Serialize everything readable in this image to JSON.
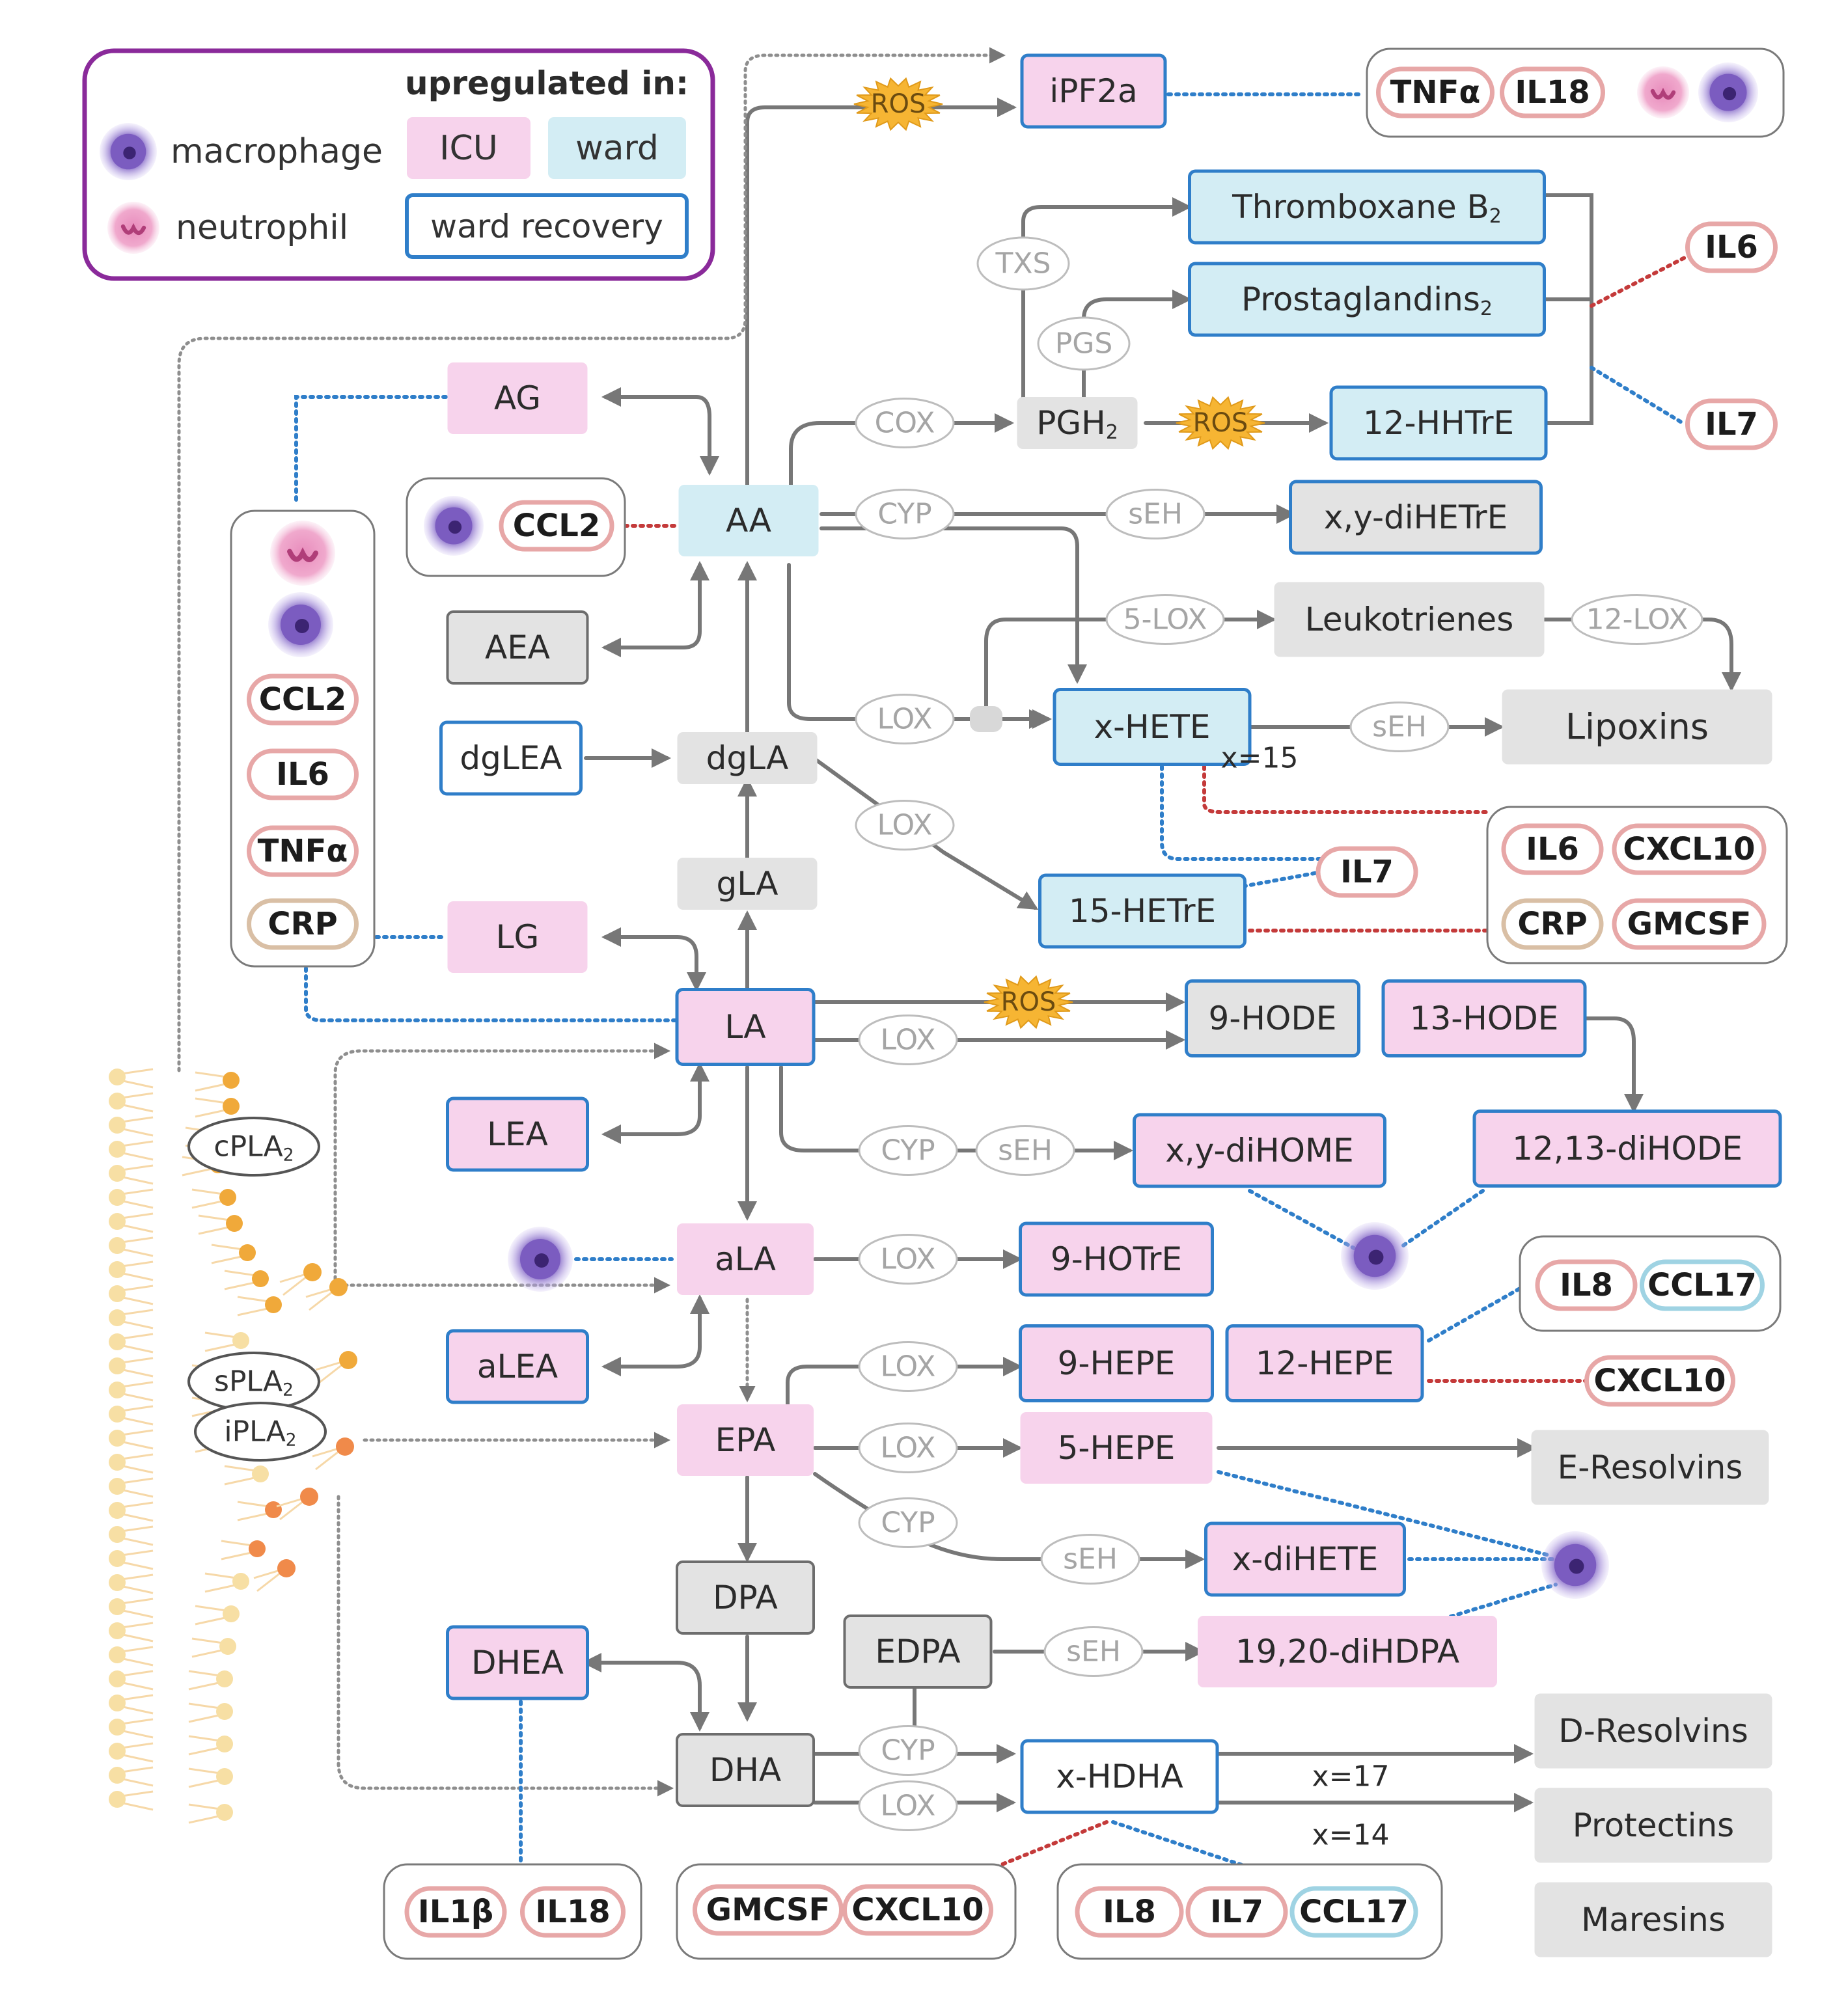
{
  "legend": {
    "heading": "upregulated in:",
    "macrophage_label": "macrophage",
    "neutrophil_label": "neutrophil",
    "icu_label": "ICU",
    "ward_label": "ward",
    "ward_recovery_label": "ward recovery"
  },
  "colors": {
    "icu_fill": "#f7d3ec",
    "ward_fill": "#d3edf4",
    "gray_fill": "#e3e3e3",
    "blue_border": "#2f7ec9",
    "gray_border": "#6d6d6d",
    "arrow": "#777777",
    "legend_border": "#8a2a9a",
    "blue_dotted": "#2f7ec9",
    "red_dotted": "#c43a3a",
    "cytokine_red": "#e7a7a7",
    "cytokine_blue": "#9fd3e3",
    "cytokine_tan": "#d9bfa5",
    "ros_fill": "#f6b533",
    "membrane": "#f2c166",
    "macrophage": "#8a6fc8",
    "neutrophil": "#ea8bbd"
  },
  "nodes": {
    "AG": "AG",
    "AA": "AA",
    "AEA": "AEA",
    "dgLEA": "dgLEA",
    "dgLA": "dgLA",
    "gLA": "gLA",
    "LG": "LG",
    "LA": "LA",
    "LEA": "LEA",
    "aLA": "aLA",
    "aLEA": "aLEA",
    "EPA": "EPA",
    "DPA": "DPA",
    "DHEA": "DHEA",
    "DHA": "DHA",
    "EDPA": "EDPA",
    "iPF2a": "iPF2a",
    "thromboxane": "Thromboxane B",
    "prostaglandins": "Prostaglandins",
    "PGH2": "PGH",
    "HHTrE": "12-HHTrE",
    "diHETrE": "x,y-diHETrE",
    "leukotrienes": "Leukotrienes",
    "lipoxins": "Lipoxins",
    "xHETE": "x-HETE",
    "HETrE15": "15-HETrE",
    "HODE9": "9-HODE",
    "HODE13": "13-HODE",
    "diHODE": "12,13-diHODE",
    "diHOME": "x,y-diHOME",
    "HOTrE9": "9-HOTrE",
    "HEPE9": "9-HEPE",
    "HEPE12": "12-HEPE",
    "HEPE5": "5-HEPE",
    "eresolvins": "E-Resolvins",
    "xdiHETE": "x-diHETE",
    "diHDPA": "19,20-diHDPA",
    "xHDHA": "x-HDHA",
    "dresolvins": "D-Resolvins",
    "protectins": "Protectins",
    "maresins": "Maresins"
  },
  "subscripts": {
    "two": "2"
  },
  "enzymes": {
    "ROS": "ROS",
    "COX": "COX",
    "CYP": "CYP",
    "sEH": "sEH",
    "LOX": "LOX",
    "TXS": "TXS",
    "PGS": "PGS",
    "LOX5": "5-LOX",
    "LOX12": "12-LOX"
  },
  "phospholipases": {
    "cPLA": "cPLA",
    "sPLA": "sPLA",
    "iPLA": "iPLA"
  },
  "annotations": {
    "x15": "x=15",
    "x17": "x=17",
    "x14": "x=14"
  },
  "cytokines": {
    "TNFa": "TNFα",
    "IL18": "IL18",
    "IL6": "IL6",
    "IL7": "IL7",
    "CCL2": "CCL2",
    "CRP": "CRP",
    "CXCL10": "CXCL10",
    "GMCSF": "GMCSF",
    "IL8": "IL8",
    "CCL17": "CCL17",
    "IL1b": "IL1β"
  }
}
